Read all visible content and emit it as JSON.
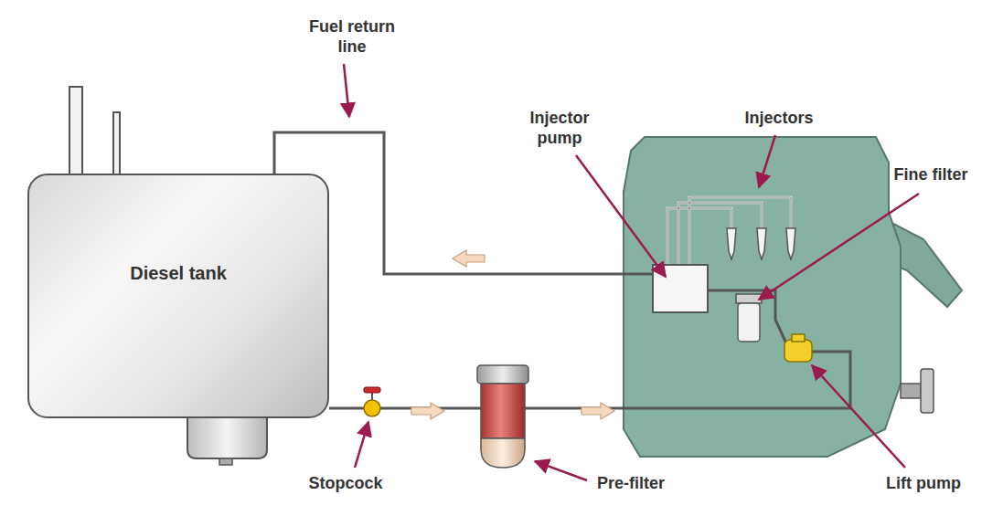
{
  "diagram": {
    "nodes": [
      {
        "text": [
          "Diesel tank"
        ]
      }
    ],
    "labels": [
      "Fuel return line",
      "Injector pump",
      "Injectors",
      "Fine filter",
      "Stopcock",
      "Pre-filter",
      "Lift pump"
    ]
  }
}
